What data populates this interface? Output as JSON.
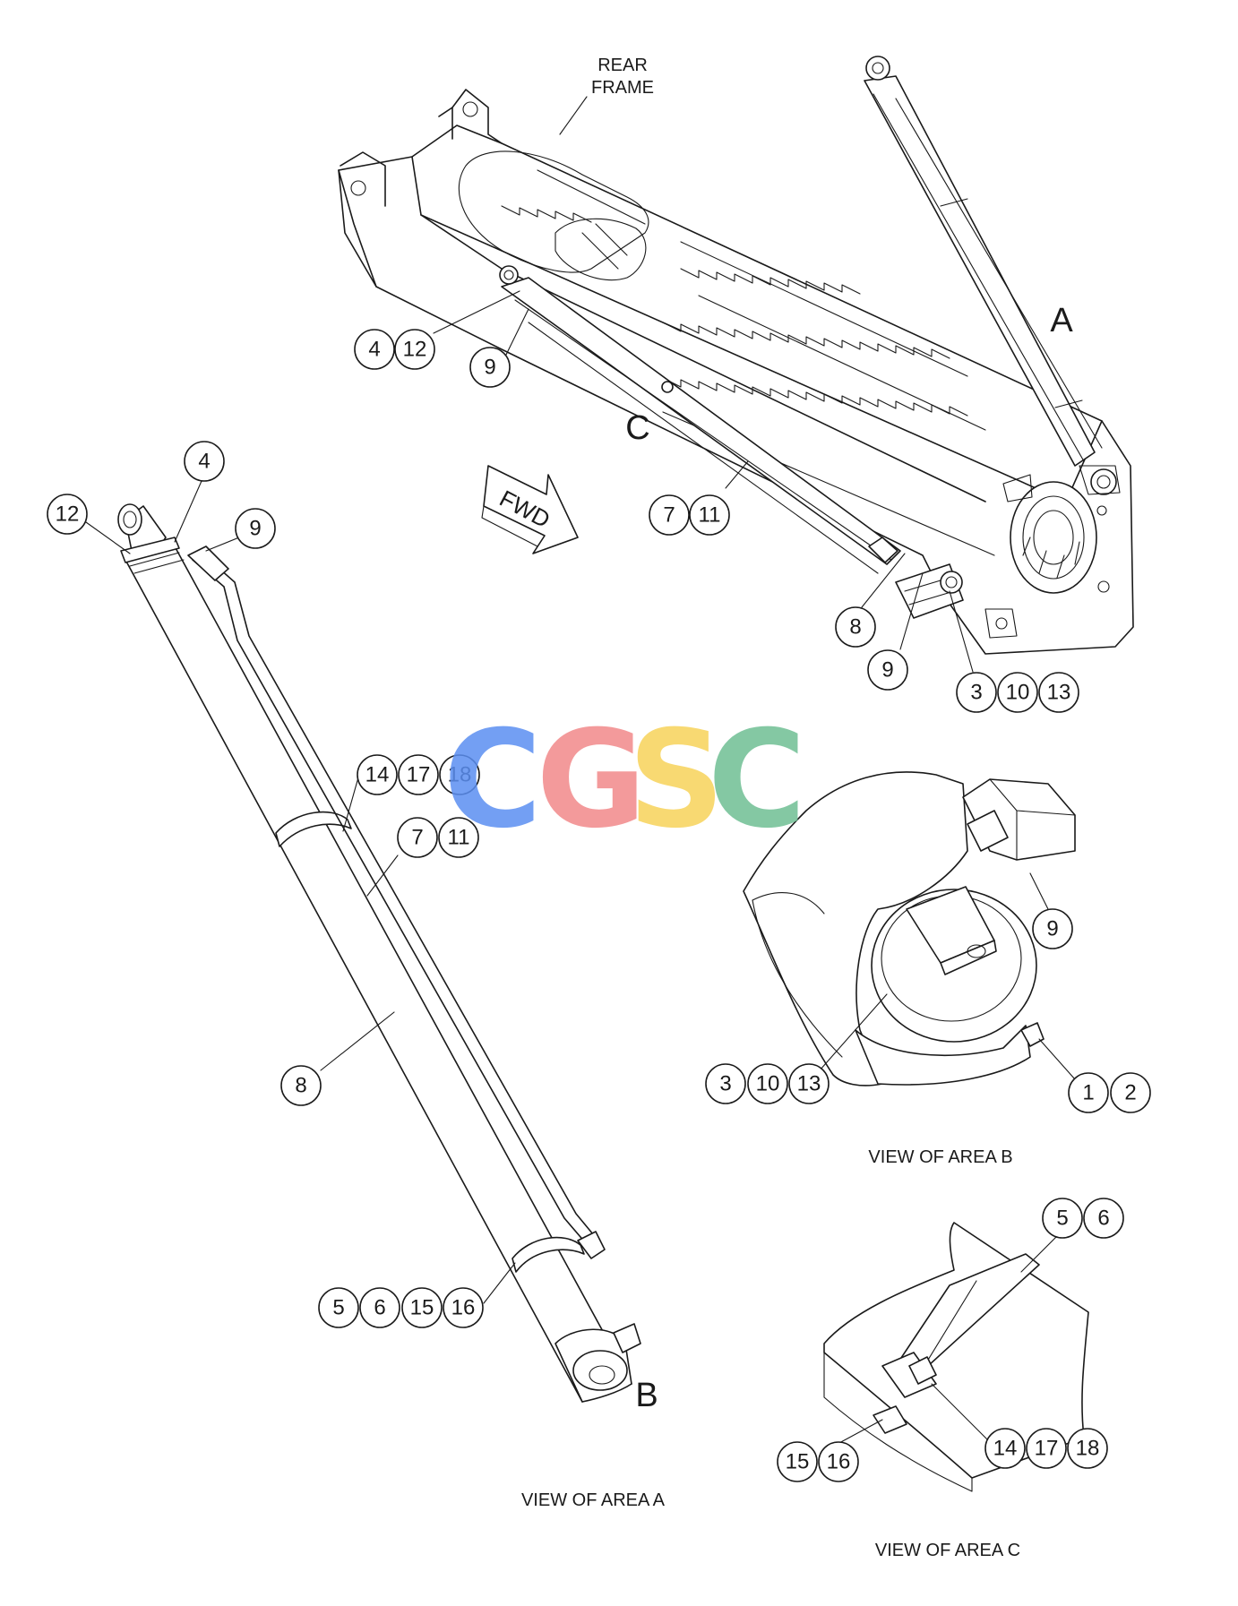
{
  "labels": {
    "rear_frame_line1": "REAR",
    "rear_frame_line2": "FRAME",
    "fwd": "FWD",
    "area_a": "A",
    "area_b": "B",
    "area_c": "C",
    "view_a": "VIEW OF AREA A",
    "view_b": "VIEW OF AREA B",
    "view_c": "VIEW OF AREA C"
  },
  "watermark": {
    "letters": [
      "C",
      "G",
      "S",
      "C"
    ],
    "colors": [
      "#5b8ff2",
      "#f2898a",
      "#f7d35a",
      "#6fbf94"
    ]
  },
  "callouts": {
    "c4": "4",
    "c12": "12",
    "c9": "9",
    "c7": "7",
    "c11": "11",
    "c8": "8",
    "c3": "3",
    "c10": "10",
    "c13": "13",
    "c14": "14",
    "c17": "17",
    "c18": "18",
    "c5": "5",
    "c6": "6",
    "c15": "15",
    "c16": "16",
    "c1": "1",
    "c2": "2"
  }
}
